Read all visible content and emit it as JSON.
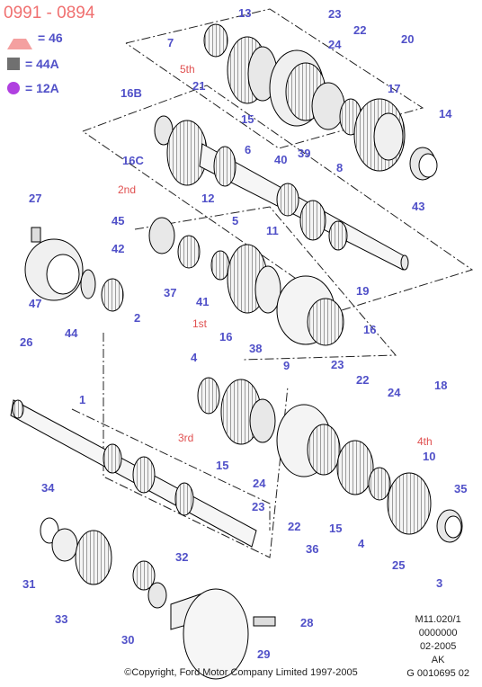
{
  "header": {
    "title": "0991 - 0894",
    "legend": [
      {
        "symbol": "triangle",
        "text": "= 46",
        "color": "#f4a0a0"
      },
      {
        "symbol": "square",
        "text": "= 44A",
        "color": "#707070"
      },
      {
        "symbol": "circle",
        "text": "= 12A",
        "color": "#b040e0"
      }
    ]
  },
  "callouts": [
    {
      "text": "13"
    },
    {
      "text": "23"
    },
    {
      "text": "22"
    },
    {
      "text": "20"
    },
    {
      "text": "7"
    },
    {
      "text": "24"
    },
    {
      "text": "5th"
    },
    {
      "text": "17"
    },
    {
      "text": "21"
    },
    {
      "text": "15"
    },
    {
      "text": "16B"
    },
    {
      "text": "14"
    },
    {
      "text": "6"
    },
    {
      "text": "16C"
    },
    {
      "text": "40"
    },
    {
      "text": "39"
    },
    {
      "text": "8"
    },
    {
      "text": "2nd"
    },
    {
      "text": "12"
    },
    {
      "text": "43"
    },
    {
      "text": "27"
    },
    {
      "text": "45"
    },
    {
      "text": "5"
    },
    {
      "text": "11"
    },
    {
      "text": "42"
    },
    {
      "text": "19"
    },
    {
      "text": "47"
    },
    {
      "text": "37"
    },
    {
      "text": "41"
    },
    {
      "text": "2"
    },
    {
      "text": "1st"
    },
    {
      "text": "16"
    },
    {
      "text": "16"
    },
    {
      "text": "26"
    },
    {
      "text": "44"
    },
    {
      "text": "38"
    },
    {
      "text": "4"
    },
    {
      "text": "9"
    },
    {
      "text": "23"
    },
    {
      "text": "22"
    },
    {
      "text": "18"
    },
    {
      "text": "24"
    },
    {
      "text": "1"
    },
    {
      "text": "3rd"
    },
    {
      "text": "4th"
    },
    {
      "text": "15"
    },
    {
      "text": "10"
    },
    {
      "text": "24"
    },
    {
      "text": "34"
    },
    {
      "text": "23"
    },
    {
      "text": "35"
    },
    {
      "text": "22"
    },
    {
      "text": "36"
    },
    {
      "text": "15"
    },
    {
      "text": "4"
    },
    {
      "text": "25"
    },
    {
      "text": "32"
    },
    {
      "text": "31"
    },
    {
      "text": "3"
    },
    {
      "text": "33"
    },
    {
      "text": "28"
    },
    {
      "text": "30"
    },
    {
      "text": "29"
    }
  ],
  "footer": {
    "ref_lines": [
      "M11.020/1",
      "0000000",
      "02-2005",
      "AK",
      "G 0010695 02"
    ],
    "copyright": "©Copyright, Ford Motor Company Limited 1997-2005"
  },
  "colors": {
    "label_blue": "#5050c8",
    "label_red": "#e05050",
    "line": "#000000",
    "part_fill": "#e8e8e8"
  }
}
